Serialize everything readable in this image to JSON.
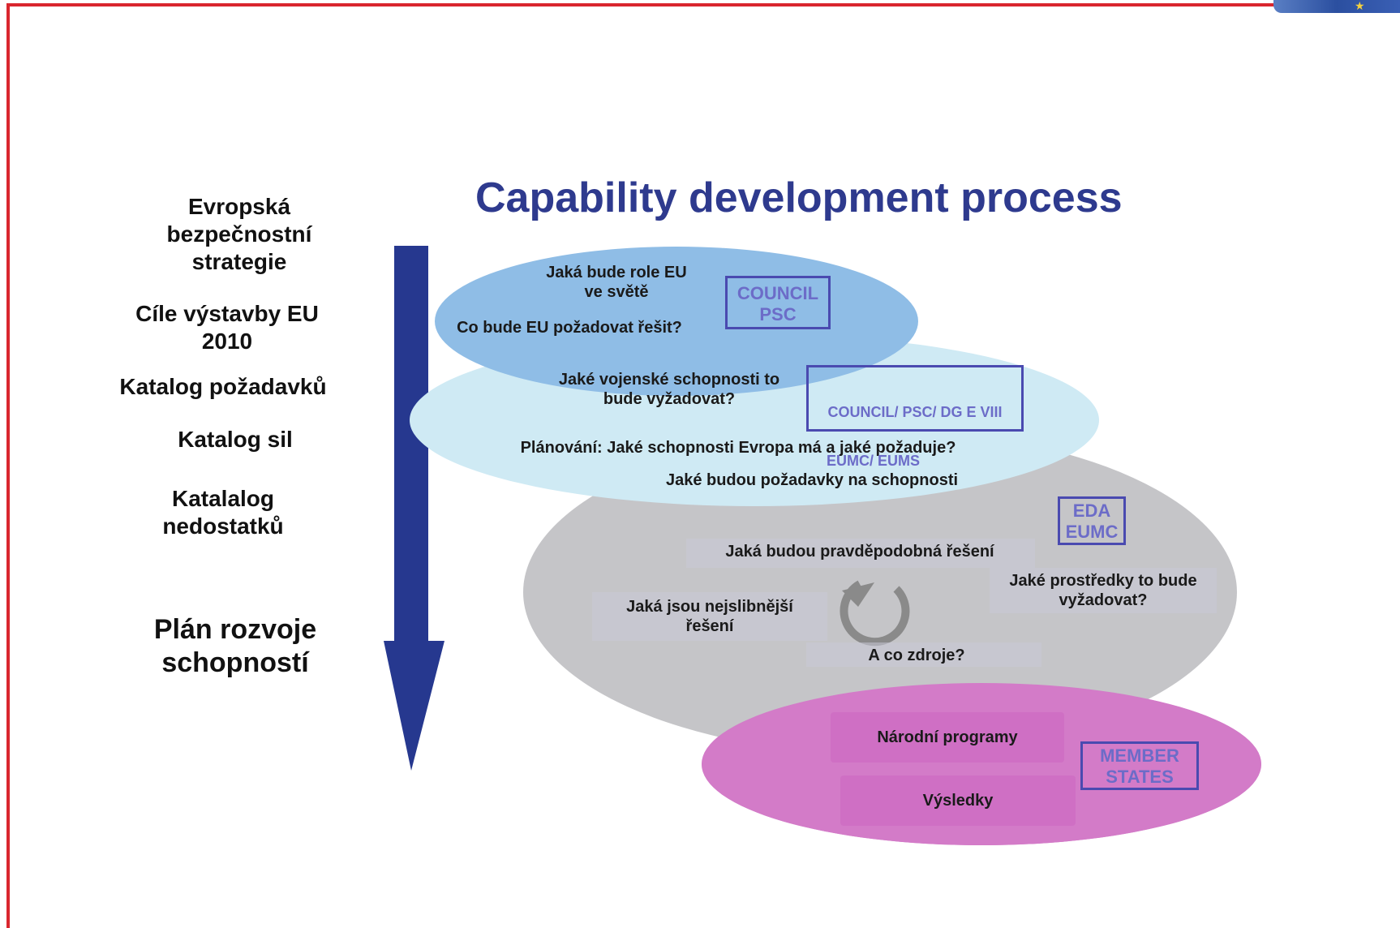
{
  "title": "Capability development process",
  "left_steps": [
    "Evropská\nbezpečnostní\nstrategie",
    "Cíle výstavby  EU\n2010",
    "Katalog požadavků",
    "Katalog sil",
    "Katalalog\nnedostatků",
    "Plán rozvoje\nschopností"
  ],
  "top_ellipse": {
    "q1": "Jaká bude role EU\nve světě",
    "q2": "Co bude EU požadovat řešit?",
    "tag": "COUNCIL\nPSC"
  },
  "light_ellipse": {
    "q1": "Jaké vojenské schopnosti to\nbude vyžadovat?",
    "q2": "Plánování: Jaké schopnosti Evropa má a jaké požaduje?",
    "q3": "Jaké budou požadavky na schopnosti",
    "tag_line1": "COUNCIL/ PSC/ DG E VIII",
    "tag_line2": "EUMC/ EUMS"
  },
  "grey_ellipse": {
    "q1": "Jaká budou pravděpodobná řešení",
    "q2": "Jaká jsou nejslibnější\nřešení",
    "q3": "Jaké prostředky to bude\nvyžadovat?",
    "q4": "A co zdroje?",
    "tag": "EDA\nEUMC"
  },
  "magenta_ellipse": {
    "box1": "Národní programy",
    "box2": "Výsledky",
    "tag": "MEMBER\nSTATES"
  },
  "colors": {
    "frame": "#d9262e",
    "arrow": "#26388f",
    "title": "#2e3a8e",
    "top_ellipse": "#8fbde6",
    "light_ellipse": "#cfeaf4",
    "grey_ellipse": "#c5c5c8",
    "magenta_ellipse": "#d37bc8"
  },
  "icons": {
    "cycle": "circular-arrow-icon"
  }
}
